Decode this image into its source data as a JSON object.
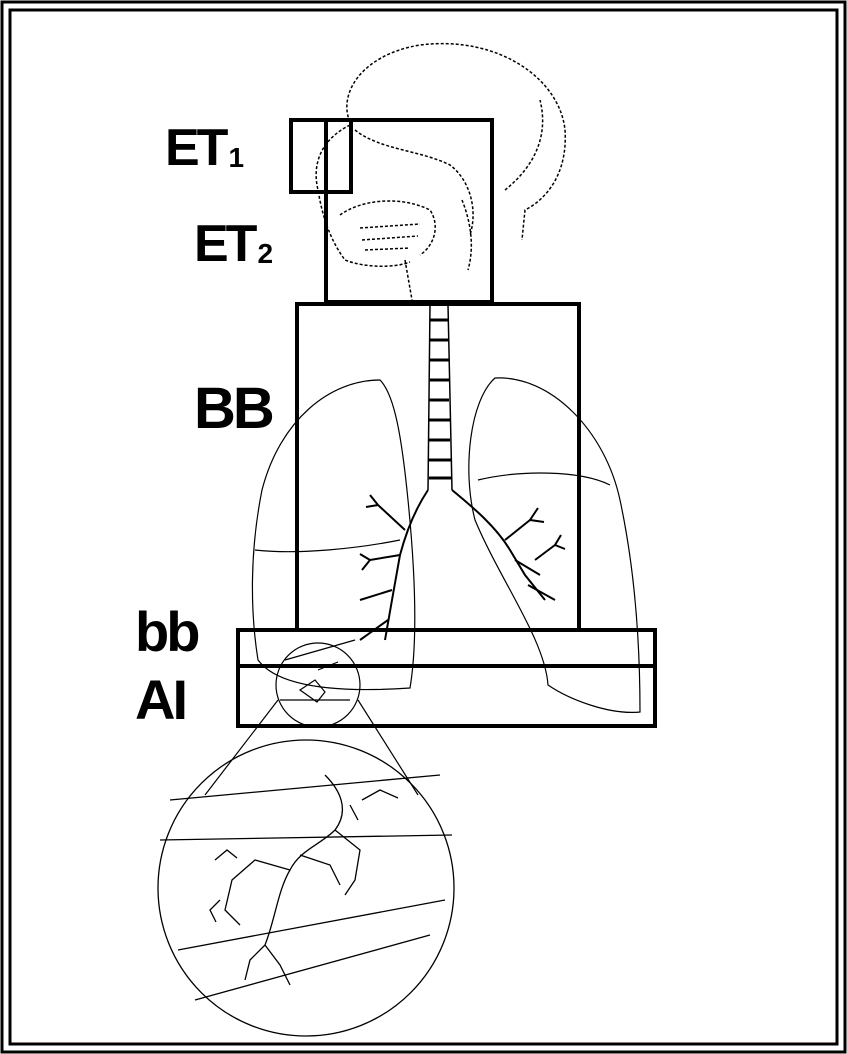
{
  "labels": {
    "et1": {
      "main": "ET",
      "sub": "1"
    },
    "et2": {
      "main": "ET",
      "sub": "2"
    },
    "bb_upper": "BB",
    "bb_lower": "bb",
    "al": "AI"
  },
  "colors": {
    "ink": "#000000",
    "background": "#ffffff"
  }
}
